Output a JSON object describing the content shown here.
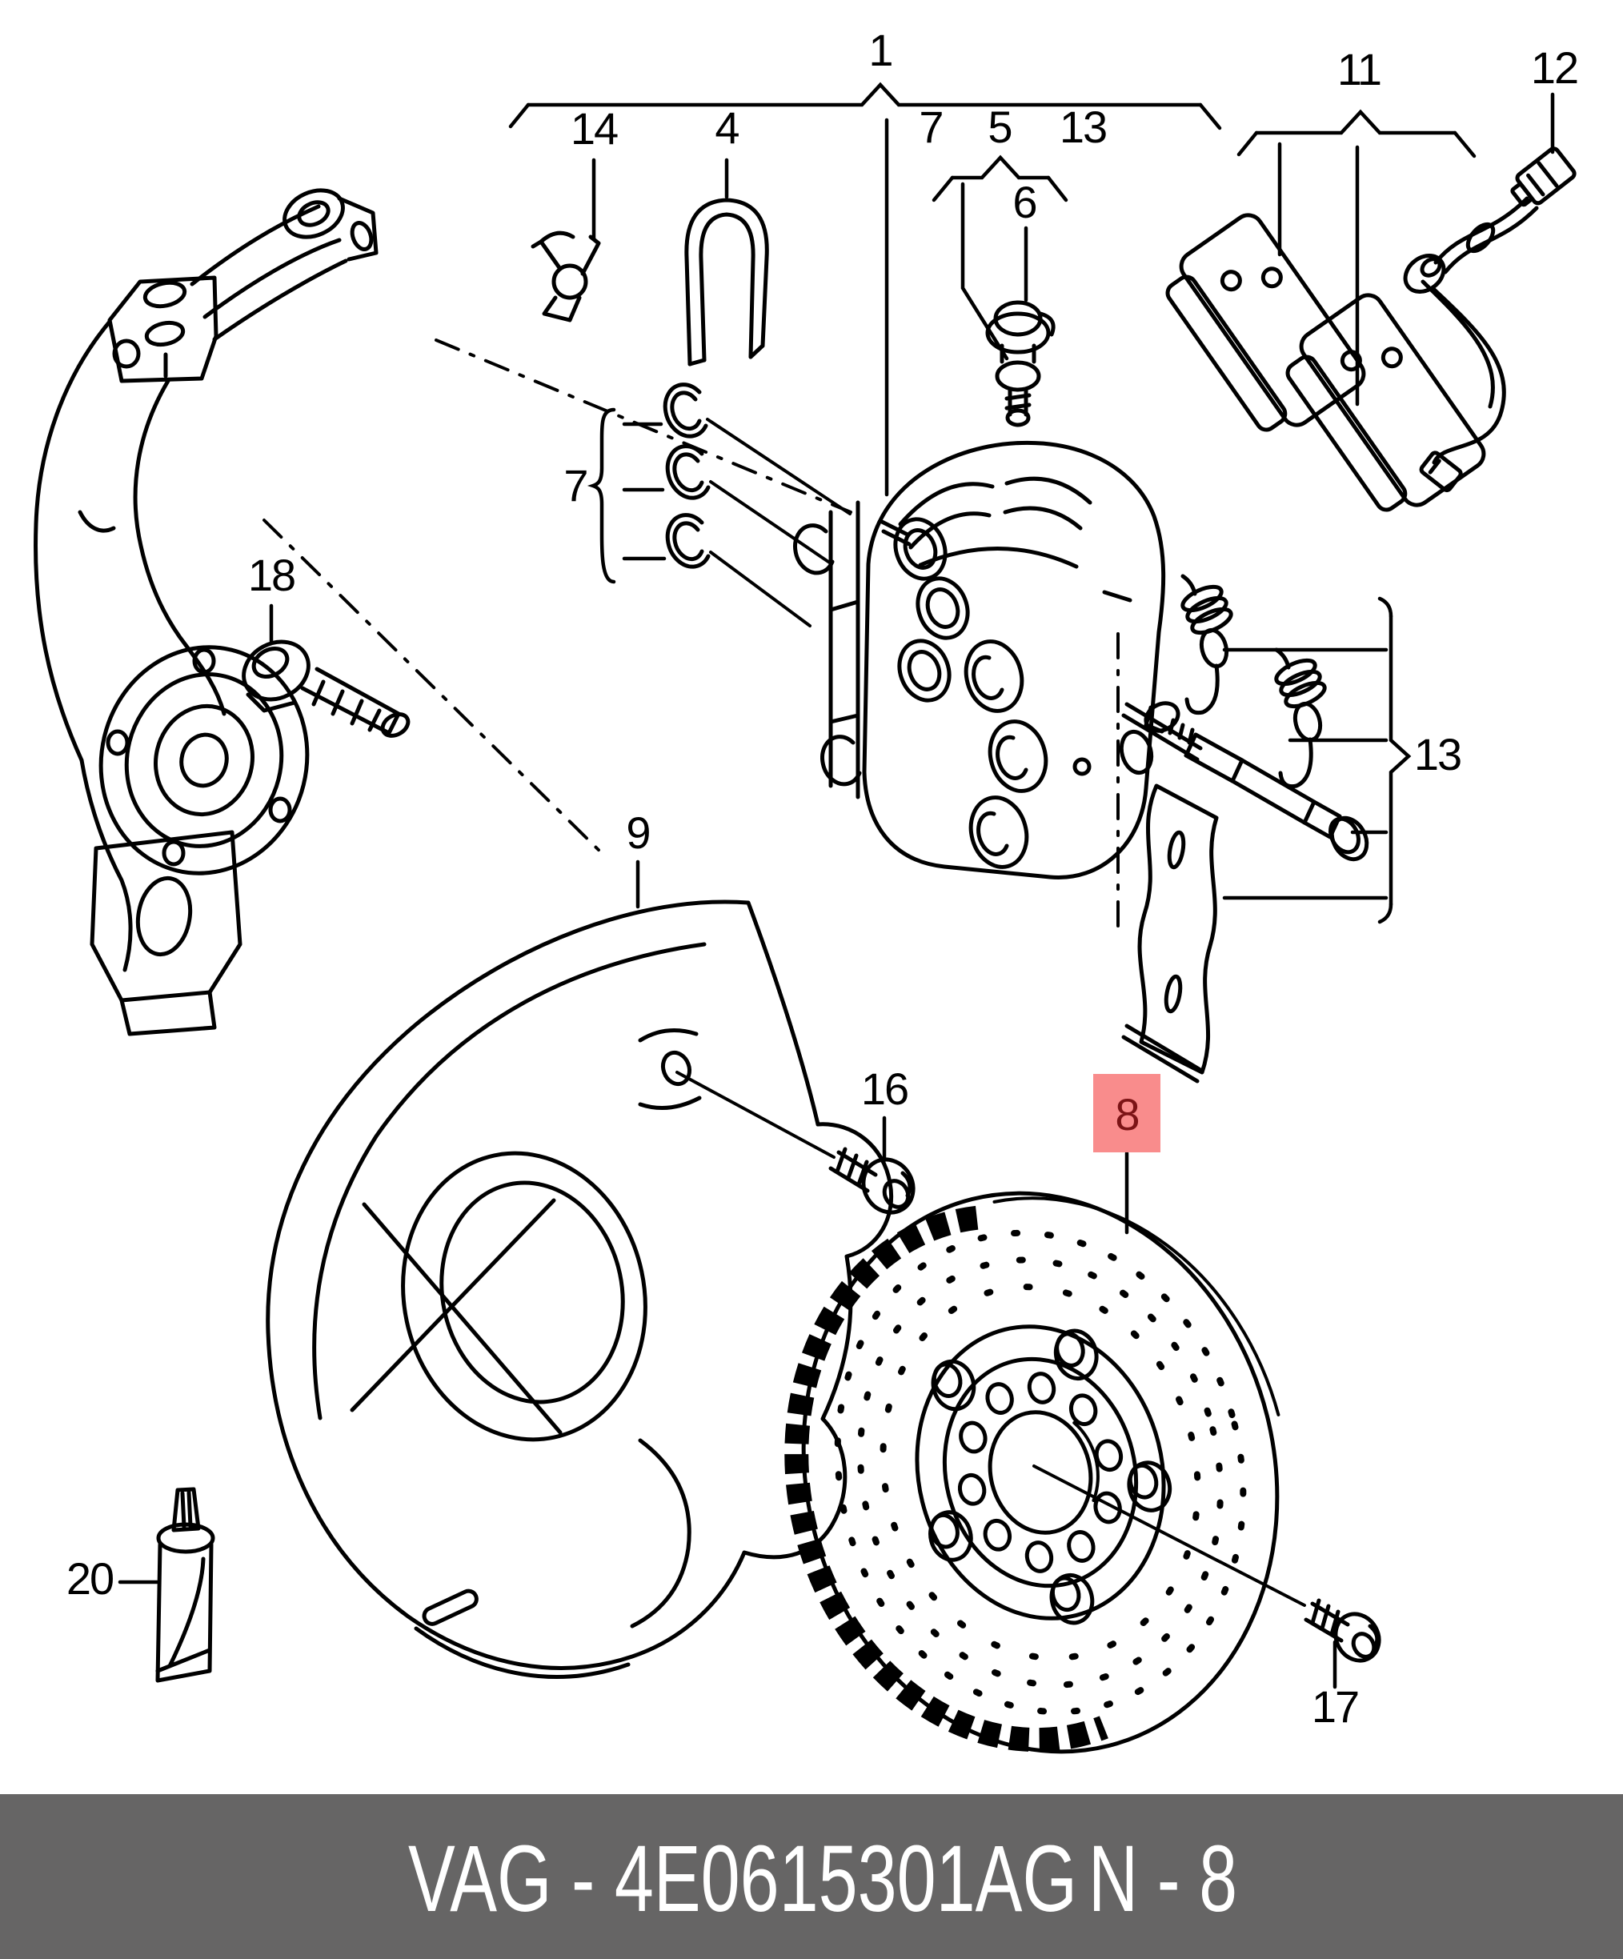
{
  "diagram": {
    "background": "#ffffff",
    "line_color": "#000000",
    "callouts": {
      "n1": "1",
      "n4": "4",
      "n5": "5",
      "n6": "6",
      "n7_top": "7",
      "n7_seals": "7",
      "n8": "8",
      "n9": "9",
      "n11": "11",
      "n12": "12",
      "n13_top": "13",
      "n13_right": "13",
      "n14": "14",
      "n16": "16",
      "n17": "17",
      "n18": "18",
      "n20": "20"
    },
    "highlight": {
      "part": "8",
      "background": "#f98c8c",
      "text_color": "#7c1416"
    }
  },
  "footer": {
    "background": "#666565",
    "text_color": "#ffffff",
    "part_code": "VAG - 4E0615301AG",
    "page_ref": "N - 8"
  }
}
